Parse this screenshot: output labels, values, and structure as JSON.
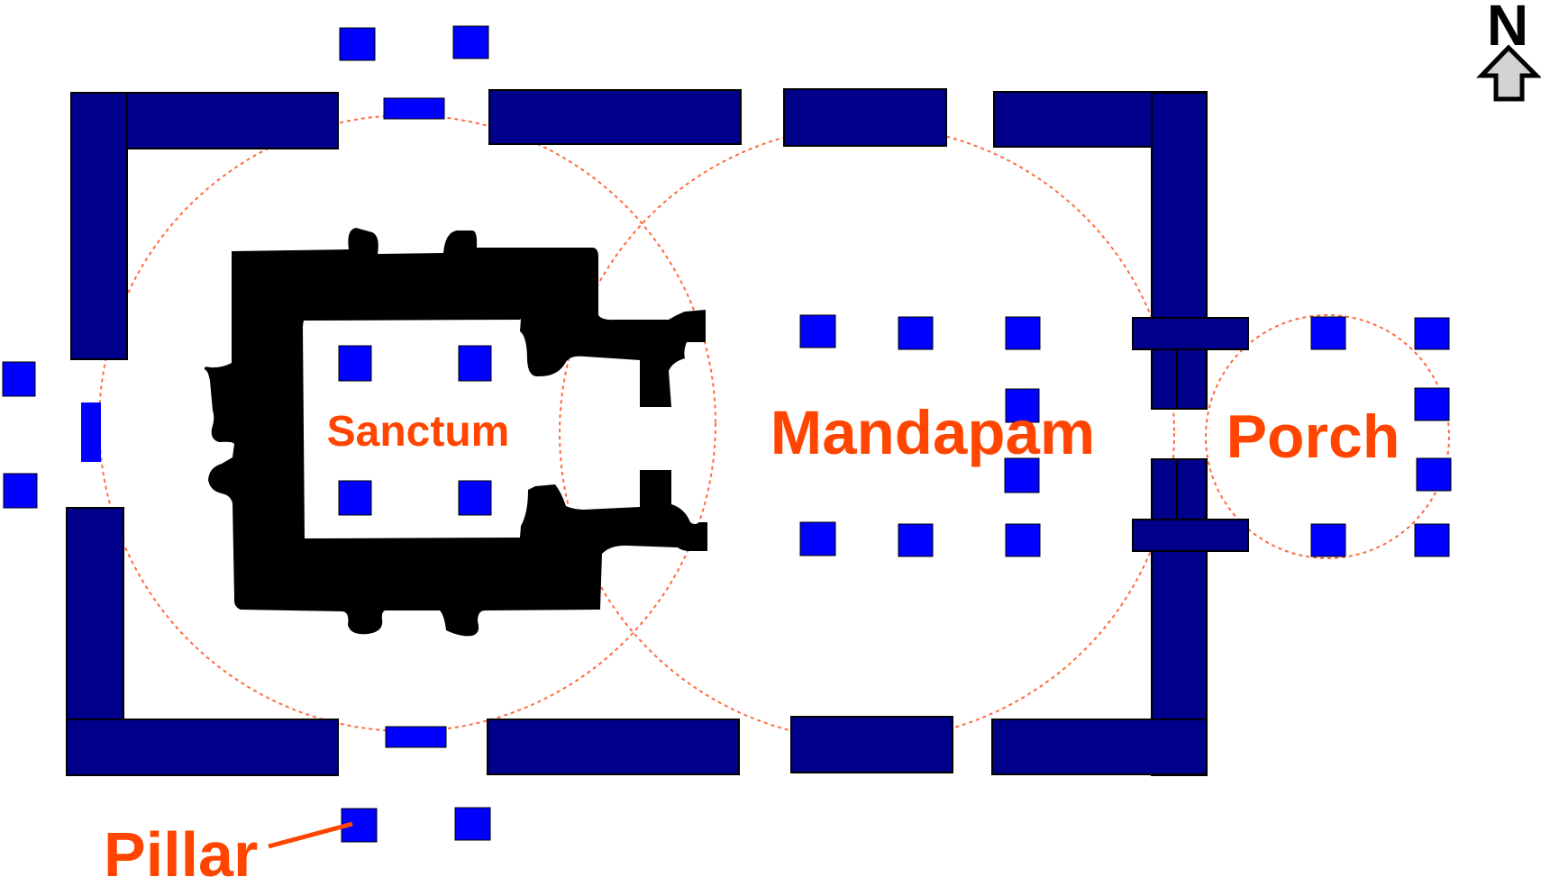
{
  "labels": {
    "sanctum": "Sanctum",
    "mandapam": "Mandapam",
    "porch": "Porch",
    "pillar": "Pillar",
    "north": "N"
  },
  "colors": {
    "wall": "#00008b",
    "pillar": "#0000ff",
    "label": "#ff4500",
    "zone_outline": "#ff6a3d",
    "shrine": "#000000",
    "arrow_fill": "#d3d3d3"
  },
  "icons": {
    "north_arrow": "north-arrow-icon"
  }
}
